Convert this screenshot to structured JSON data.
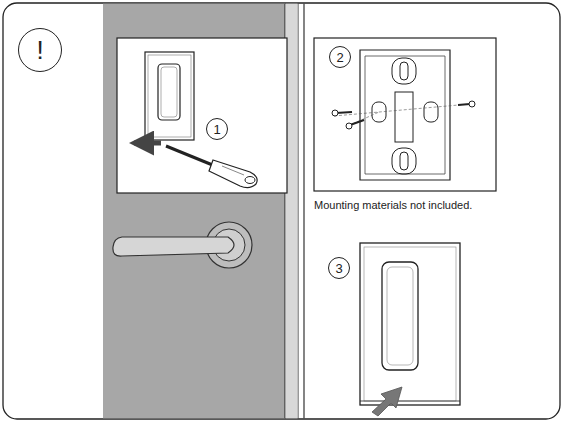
{
  "diagram": {
    "nodes": [
      {
        "text": [
          "!"
        ]
      },
      {
        "text": [
          "1"
        ]
      },
      {
        "text": [
          "2"
        ]
      },
      {
        "text": [
          "3"
        ]
      }
    ],
    "labels": [
      "Mounting materials not included."
    ]
  }
}
